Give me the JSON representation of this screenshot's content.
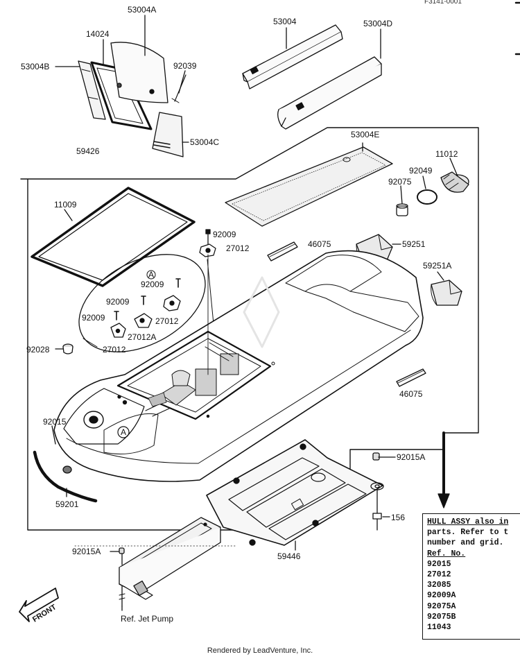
{
  "header": {
    "code": "F3141-0001"
  },
  "labels": {
    "p53004A": "53004A",
    "p14024": "14024",
    "p53004B": "53004B",
    "p92039": "92039",
    "p53004C": "53004C",
    "p53004": "53004",
    "p53004D": "53004D",
    "p59426": "59426",
    "p53004E": "53004E",
    "p11012": "11012",
    "p92049": "92049",
    "p92075": "92075",
    "p11009": "11009",
    "p92009a": "92009",
    "p27012a": "27012",
    "p46075a": "46075",
    "p59251": "59251",
    "p59251A": "59251A",
    "markA1": "A",
    "p92009b": "92009",
    "p92009c": "92009",
    "p92009d": "92009",
    "p27012b": "27012",
    "p27012A": "27012A",
    "p27012c": "27012",
    "p92028": "92028",
    "p46075b": "46075",
    "p92015": "92015",
    "markA2": "A",
    "p59201": "59201",
    "p92015A": "92015A",
    "p156": "156",
    "p92015A2": "92015A",
    "p59446": "59446",
    "refJetPump": "Ref. Jet Pump",
    "front": "FRONT"
  },
  "note": {
    "line1": "HULL ASSY also in",
    "line2": "parts. Refer to t",
    "line3": "number and grid.",
    "ref_header": "Ref. No.",
    "refs": [
      "92015",
      "27012",
      "32085",
      "92009A",
      "92075A",
      "92075B",
      "11043"
    ]
  },
  "footer": "Rendered by LeadVenture, Inc."
}
